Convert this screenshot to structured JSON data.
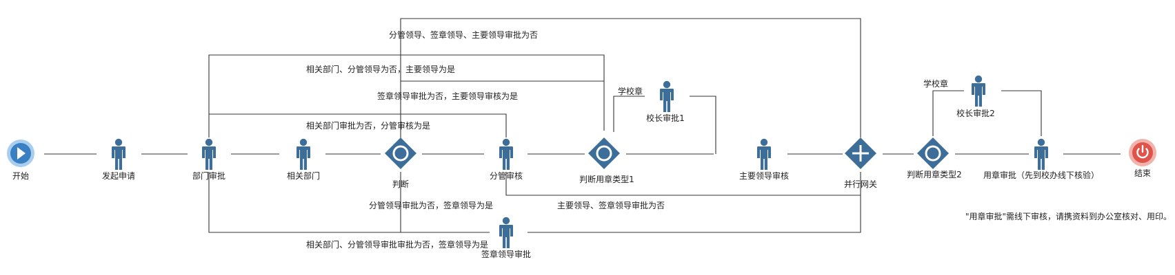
{
  "colors": {
    "node": "#3D6D99",
    "node_light": "#6E9BC6",
    "start": "#3A7FC2",
    "start_ring": "#A9CDEE",
    "end": "#E0534A",
    "end_ring": "#F3B3AD",
    "line": "#333333",
    "text": "#222222"
  },
  "nodes": {
    "start": "开始",
    "initiate": "发起申请",
    "dept_approve": "部门审批",
    "related_dept": "相关部门",
    "judge": "判断",
    "division_review": "分管审核",
    "judge_seal_1": "判断用章类型1",
    "principal_approve_1": "校长审批1",
    "main_leader_review": "主要领导审核",
    "parallel_gateway": "并行网关",
    "judge_seal_2": "判断用章类型2",
    "principal_approve_2": "校长审批2",
    "seal_approve": "用章审批（先到校办线下核验）",
    "end": "结束",
    "seal_leader_approve": "签章领导审批"
  },
  "edge_labels": {
    "top_no": "分管领导、签章领导、主要领导审批为否",
    "related_division_no_main_yes": "相关部门、分管领导为否，主要领导为是",
    "seal_no_main_yes": "签章领导审批为否，主要领导审核为是",
    "related_no_division_yes": "相关部门审批为否，分管审核为是",
    "school_seal_1": "学校章",
    "school_seal_2": "学校章",
    "division_no_seal_yes": "分管领导审批为否，签章领导为是",
    "main_seal_no": "主要领导、签章领导审批为否",
    "related_division_no_seal_yes": "相关部门、分管领导审批审批为否，签章领导为是"
  },
  "note": "\"用章审批\"需线下审核，请携资料到办公室核对、用印。"
}
